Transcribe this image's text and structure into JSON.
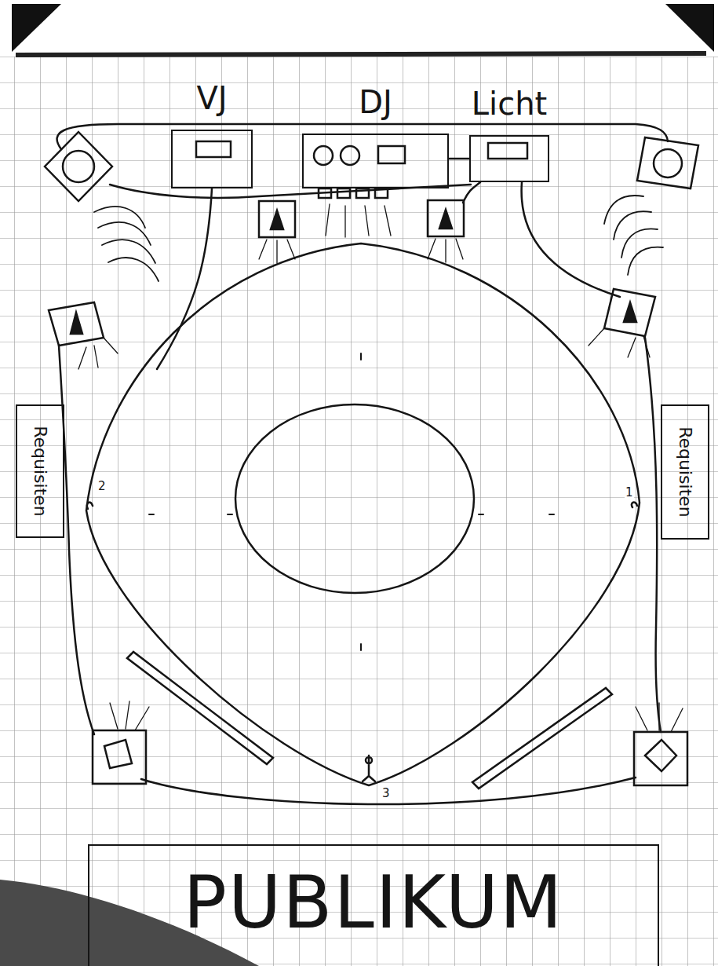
{
  "diagram": {
    "nodes": [
      {
        "text": [
          "VJ"
        ]
      },
      {
        "text": [
          "DJ"
        ]
      },
      {
        "text": [
          "Licht"
        ]
      },
      {
        "text": [
          "Requisiten"
        ]
      },
      {
        "text": [
          "Requisiten"
        ]
      },
      {
        "text": [
          "PUBLIKUM"
        ]
      }
    ],
    "edges": [
      {
        "from": 1,
        "to": 2,
        "arrow": "none"
      }
    ],
    "labels": [
      "2",
      "1",
      "3"
    ]
  }
}
